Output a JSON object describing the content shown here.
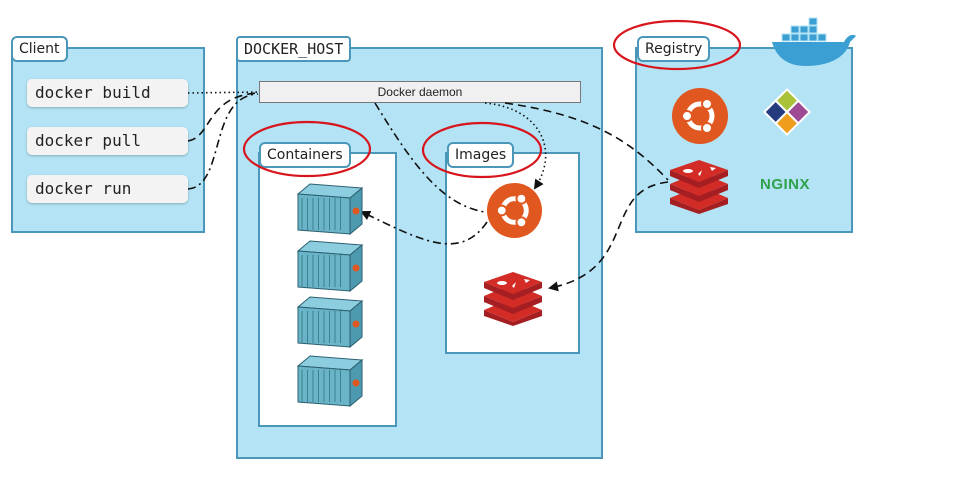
{
  "client": {
    "title": "Client",
    "commands": [
      "docker build",
      "docker pull",
      "docker run"
    ]
  },
  "docker_host": {
    "title": "DOCKER_HOST",
    "daemon_label": "Docker daemon",
    "containers_label": "Containers",
    "images_label": "Images"
  },
  "registry": {
    "title": "Registry",
    "nginx_label": "NGINX"
  },
  "colors": {
    "panel_fill": "#b3e3f4",
    "panel_border": "#4a97b9",
    "highlight_ellipse": "#d8141c",
    "ubuntu_orange": "#e0571f",
    "redis_red": "#d32b25",
    "nginx_green": "#2fa24a",
    "container_teal": "#6ab4c8"
  },
  "icons": [
    "whale-icon",
    "ubuntu-logo-icon",
    "centos-logo-icon",
    "redis-logo-icon",
    "nginx-logo",
    "container-icon"
  ]
}
